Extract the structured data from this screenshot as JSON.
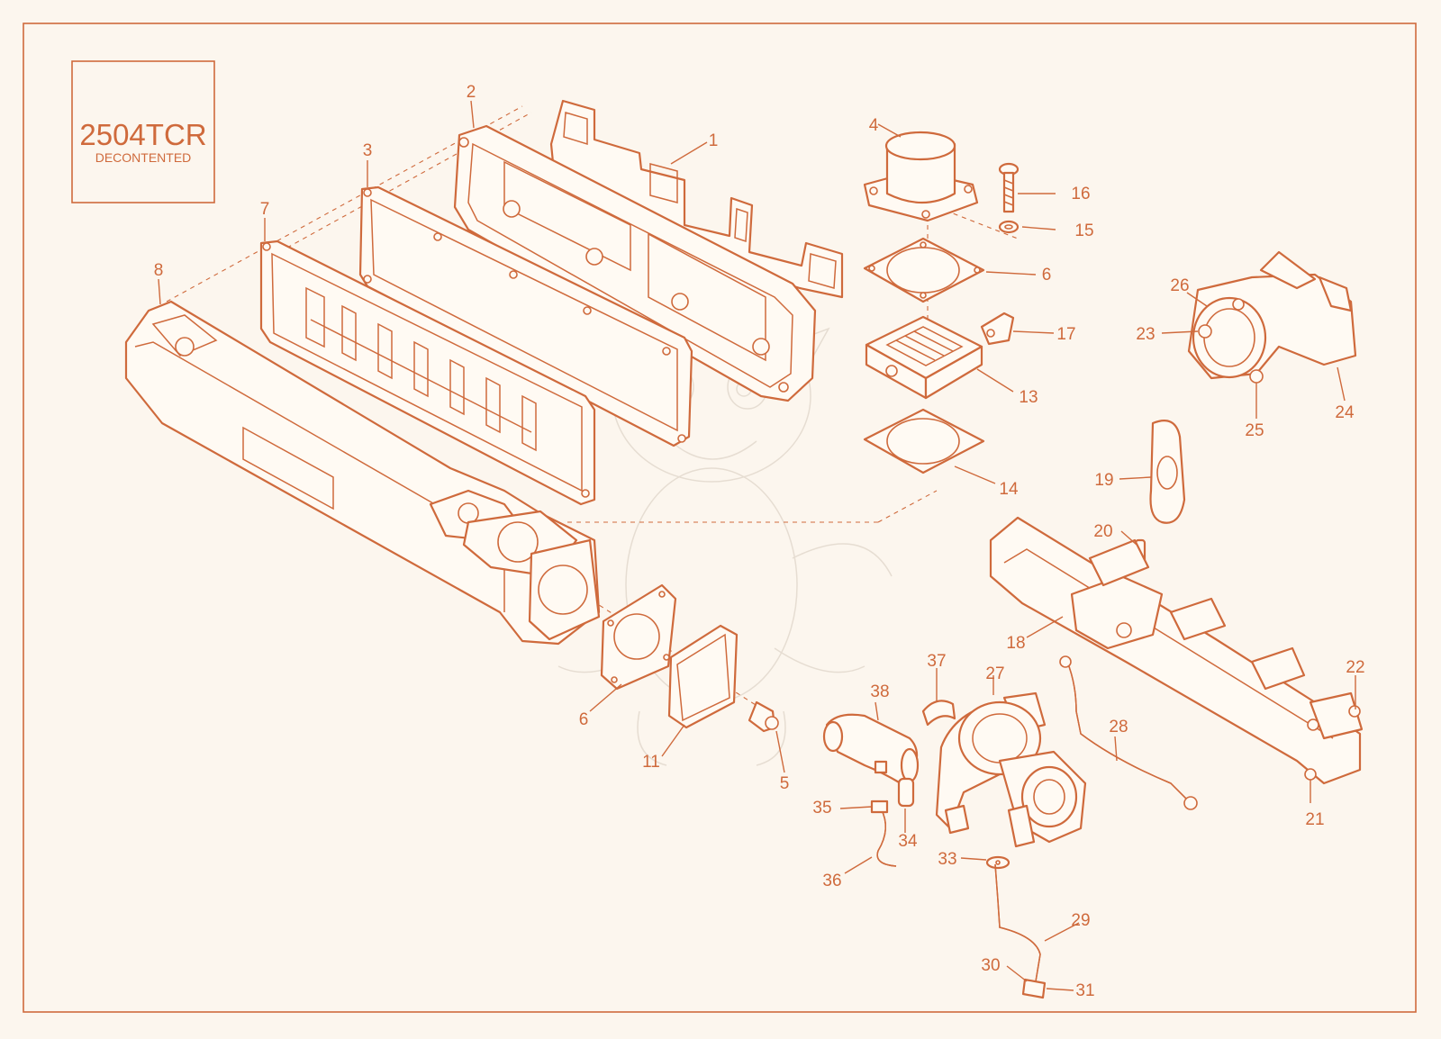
{
  "title_block": {
    "model": "2504TCR",
    "variant": "DECONTENTED"
  },
  "callouts": [
    {
      "id": "1",
      "label": "1"
    },
    {
      "id": "2",
      "label": "2"
    },
    {
      "id": "3",
      "label": "3"
    },
    {
      "id": "4",
      "label": "4"
    },
    {
      "id": "5",
      "label": "5"
    },
    {
      "id": "6a",
      "label": "6"
    },
    {
      "id": "6b",
      "label": "6"
    },
    {
      "id": "7",
      "label": "7"
    },
    {
      "id": "8",
      "label": "8"
    },
    {
      "id": "11",
      "label": "11"
    },
    {
      "id": "13",
      "label": "13"
    },
    {
      "id": "14",
      "label": "14"
    },
    {
      "id": "15",
      "label": "15"
    },
    {
      "id": "16",
      "label": "16"
    },
    {
      "id": "17",
      "label": "17"
    },
    {
      "id": "18",
      "label": "18"
    },
    {
      "id": "19",
      "label": "19"
    },
    {
      "id": "20",
      "label": "20"
    },
    {
      "id": "21",
      "label": "21"
    },
    {
      "id": "22",
      "label": "22"
    },
    {
      "id": "23",
      "label": "23"
    },
    {
      "id": "24",
      "label": "24"
    },
    {
      "id": "25",
      "label": "25"
    },
    {
      "id": "26",
      "label": "26"
    },
    {
      "id": "27",
      "label": "27"
    },
    {
      "id": "28",
      "label": "28"
    },
    {
      "id": "29",
      "label": "29"
    },
    {
      "id": "30",
      "label": "30"
    },
    {
      "id": "31",
      "label": "31"
    },
    {
      "id": "33",
      "label": "33"
    },
    {
      "id": "34",
      "label": "34"
    },
    {
      "id": "35",
      "label": "35"
    },
    {
      "id": "36",
      "label": "36"
    },
    {
      "id": "37",
      "label": "37"
    },
    {
      "id": "38",
      "label": "38"
    }
  ],
  "colors": {
    "line": "#cf6a3c",
    "background": "#fcf6ee",
    "watermark": "#e6ddd2"
  }
}
